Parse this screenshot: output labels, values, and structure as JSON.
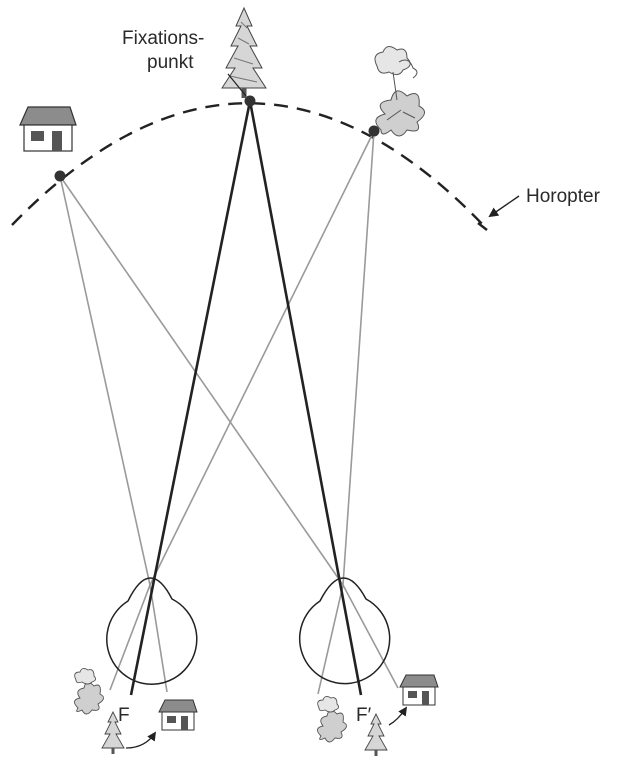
{
  "labels": {
    "fixation_line1": "Fixations-",
    "fixation_line2": "punkt",
    "horopter": "Horopter",
    "fovea_left": "F",
    "fovea_right": "F′"
  },
  "icons": {
    "fixation_object": "tree-icon",
    "left_object": "house-icon",
    "right_object": "flower-icon"
  },
  "colors": {
    "ink": "#222222",
    "projection_line": "#9a9a9a",
    "roof": "#8c8c8c",
    "foliage": "#bdbdbd"
  }
}
